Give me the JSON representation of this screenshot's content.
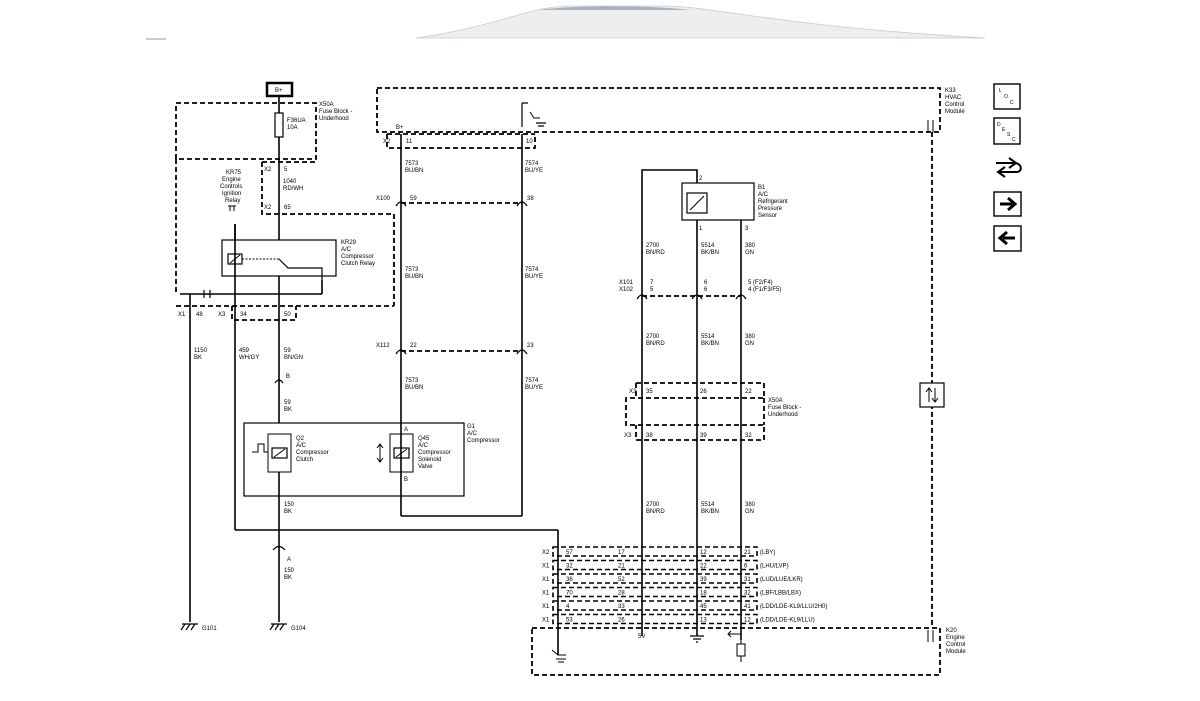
{
  "power": {
    "battery": "B+",
    "fuse": "F36UA",
    "fuse_rating": "10A"
  },
  "components": {
    "fuse_block": {
      "ref": "X50A",
      "lines": [
        "Fuse Block -",
        "Underhood"
      ]
    },
    "hvac_module": {
      "ref": "K33",
      "lines": [
        "HVAC",
        "Control",
        "Module"
      ]
    },
    "ignition_relay": {
      "ref": "KR75",
      "lines": [
        "Engine",
        "Controls",
        "Ignition",
        "Relay"
      ]
    },
    "clutch_relay": {
      "ref": "KR29",
      "lines": [
        "A/C",
        "Compressor",
        "Clutch Relay"
      ]
    },
    "pressure_sensor": {
      "ref": "B1",
      "lines": [
        "A/C",
        "Refrigerant",
        "Pressure",
        "Sensor"
      ]
    },
    "compressor": {
      "ref": "G1",
      "lines": [
        "A/C",
        "Compressor"
      ]
    },
    "clutch": {
      "ref": "Q2",
      "lines": [
        "A/C",
        "Compressor",
        "Clutch"
      ]
    },
    "solenoid": {
      "ref": "Q45",
      "lines": [
        "A/C",
        "Compressor",
        "Solenoid",
        "Valve"
      ]
    },
    "ecm": {
      "ref": "K20",
      "lines": [
        "Engine",
        "Control",
        "Module"
      ]
    },
    "fuse_block_2": {
      "ref": "X50A",
      "lines": [
        "Fuse Block -",
        "Underhood"
      ]
    }
  },
  "connectors": {
    "x1": "X1",
    "x2": "X2",
    "x3": "X3",
    "x100": "X100",
    "x101": "X101",
    "x102": "X102",
    "x112": "X112"
  },
  "pins": {
    "x2_5": "5",
    "x2_65": "65",
    "x2_11": "11",
    "x2_10": "10",
    "x1_48": "48",
    "x3_34": "34",
    "x3_50": "50",
    "x100_59": "59",
    "x100_38": "38",
    "x112_22": "22",
    "x112_23": "23",
    "sensor_2": "2",
    "sensor_1": "1",
    "sensor_3": "3",
    "x101_7": "7",
    "x102_5": "5",
    "x101_6": "6",
    "x102_6": "6",
    "x101_5": "5 (F2/F4)",
    "x102_4": "4 (F1/F3/F5)",
    "x3_35": "35",
    "x3_26": "26",
    "x3_22": "22",
    "x3_38": "38",
    "x3_39": "39",
    "x3_32": "32",
    "comp_b1": "B",
    "comp_a": "A",
    "comp_b": "B",
    "g_a": "A",
    "g_b": "B",
    "ecm_rows": [
      {
        "conn": "X2",
        "p1": "57",
        "p2": "17",
        "p3": "12",
        "p4": "21",
        "note": "(LBY)"
      },
      {
        "conn": "X1",
        "p1": "32",
        "p2": "21",
        "p3": "22",
        "p4": "6",
        "note": "(LHU/LVP)"
      },
      {
        "conn": "X1",
        "p1": "36",
        "p2": "52",
        "p3": "39",
        "p4": "31",
        "note": "(LUD/LUE/LKR)"
      },
      {
        "conn": "X1",
        "p1": "70",
        "p2": "28",
        "p3": "18",
        "p4": "32",
        "note": "(LBF/LBB/LBX)"
      },
      {
        "conn": "X1",
        "p1": "4",
        "p2": "33",
        "p3": "45",
        "p4": "41",
        "note": "(LDD/LDE-KL9/LLU/2H0)"
      },
      {
        "conn": "X1",
        "p1": "53",
        "p2": "26",
        "p3": "13",
        "p4": "12",
        "note": "(LDD/LDE-KL9/LLU)"
      }
    ],
    "ecm_5v": "5V"
  },
  "wires": {
    "w1040": [
      "1040",
      "RD/WH"
    ],
    "w7573a": [
      "7573",
      "BU/BN"
    ],
    "w7574a": [
      "7574",
      "BU/YE"
    ],
    "w7573b": [
      "7573",
      "BU/BN"
    ],
    "w7574b": [
      "7574",
      "BU/YE"
    ],
    "w7573c": [
      "7573",
      "BU/BN"
    ],
    "w7574c": [
      "7574",
      "BU/YE"
    ],
    "w1150": [
      "1150",
      "BK"
    ],
    "w459": [
      "459",
      "WH/GY"
    ],
    "w59a": [
      "59",
      "BN/GN"
    ],
    "w59b": [
      "59",
      "BK"
    ],
    "w150a": [
      "150",
      "BK"
    ],
    "w150b": [
      "150",
      "BK"
    ],
    "w2700a": [
      "2700",
      "BN/RD"
    ],
    "w5514a": [
      "5514",
      "BK/BN"
    ],
    "w380a": [
      "380",
      "GN"
    ],
    "w2700b": [
      "2700",
      "BN/RD"
    ],
    "w5514b": [
      "5514",
      "BK/BN"
    ],
    "w380b": [
      "380",
      "GN"
    ],
    "w2700c": [
      "2700",
      "BN/RD"
    ],
    "w5514c": [
      "5514",
      "BK/BN"
    ],
    "w380c": [
      "380",
      "GN"
    ]
  },
  "grounds": {
    "g101": "G101",
    "g104": "G104"
  },
  "sidebar": {
    "loc": [
      "L",
      "O",
      "C"
    ],
    "desc": [
      "D",
      "E",
      "S",
      "C"
    ]
  }
}
